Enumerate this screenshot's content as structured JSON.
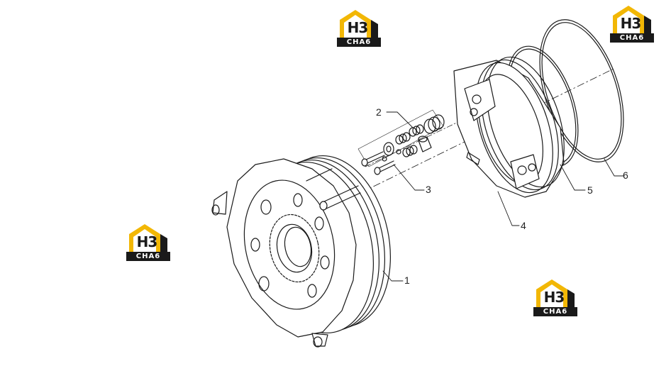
{
  "callouts": [
    {
      "id": "1",
      "text": "1"
    },
    {
      "id": "2",
      "text": "2"
    },
    {
      "id": "3",
      "text": "3"
    },
    {
      "id": "4",
      "text": "4"
    },
    {
      "id": "5",
      "text": "5"
    },
    {
      "id": "6",
      "text": "6"
    }
  ],
  "watermark": {
    "main": "H3",
    "sub": "CHA6",
    "accent_color": "#f2b705",
    "dark_color": "#1a1a1a"
  },
  "colors": {
    "line": "#1a1a1a",
    "background": "#ffffff"
  }
}
